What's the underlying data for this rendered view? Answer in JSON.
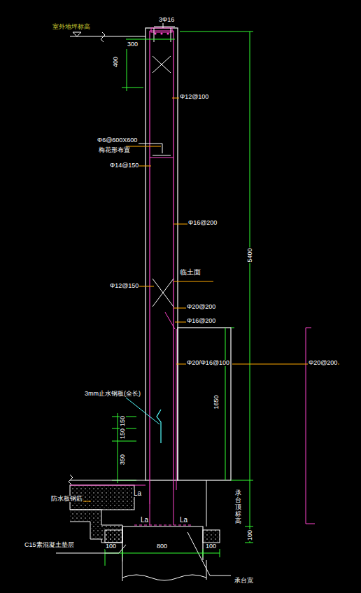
{
  "diagram": {
    "labels": [
      "室外地坪标高",
      "3Φ16",
      "300",
      "400",
      "Φ12@100",
      "Φ6@600X600",
      "梅花形布置",
      "Φ14@150",
      "Φ16@200",
      "Φ12@150",
      "临土面",
      "Φ20@200",
      "Φ16@200",
      "Φ20/Φ16@100",
      "1650",
      "5400",
      "Φ20@200",
      "3mm止水钢板(全长)",
      "150",
      "150",
      "350",
      "La",
      "防水板钢筋",
      "C15素混凝土垫层",
      "La",
      "La",
      "100",
      "800",
      "100",
      "承台宽",
      "承台顶标高",
      "100"
    ]
  }
}
